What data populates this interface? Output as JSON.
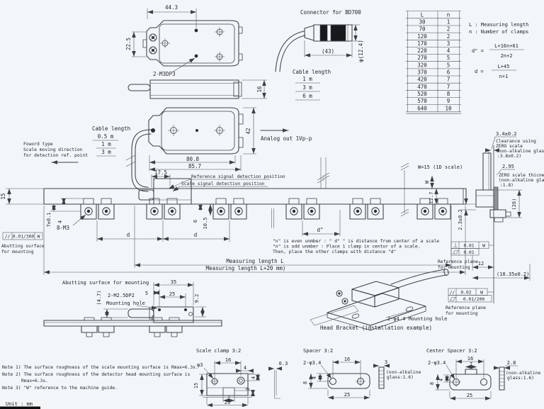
{
  "top_view": {
    "dim_width": "44.3",
    "dim_height": "22.5",
    "tap": "2-M3DP3",
    "side_height": "16"
  },
  "connector": {
    "title": "Connector for BD700",
    "len": "(43)",
    "dia": "φ(12.4)",
    "cable_title": "Cable length",
    "opts": [
      "1 m",
      "3 m",
      "6 m"
    ]
  },
  "table": {
    "cols": [
      "L",
      "n"
    ],
    "rows": [
      [
        "30",
        "1"
      ],
      [
        "70",
        "2"
      ],
      [
        "120",
        "2"
      ],
      [
        "170",
        "3"
      ],
      [
        "220",
        "4"
      ],
      [
        "270",
        "5"
      ],
      [
        "320",
        "5"
      ],
      [
        "370",
        "6"
      ],
      [
        "420",
        "7"
      ],
      [
        "470",
        "7"
      ],
      [
        "520",
        "8"
      ],
      [
        "570",
        "9"
      ],
      [
        "640",
        "10"
      ]
    ]
  },
  "legend": {
    "l": "L : Measu­ring length",
    "n": "n : Number of clamps",
    "f1_lhs": "d\" =",
    "f1_num": "L+16n+61",
    "f1_den": "2n+2",
    "f2_lhs": "d =",
    "f2_num": "L+45",
    "f2_den": "n+1"
  },
  "head_view": {
    "w1": "80.8",
    "w2": "85.7",
    "h": "42",
    "analog": "Analog out  1Vp-p",
    "cable_title": "Cable length",
    "opts": [
      "0.5 m",
      "1 m",
      "3 m"
    ]
  },
  "forward": {
    "l1": "Foword type",
    "l2": "Scale moving direction",
    "l3": "for detection ref. point"
  },
  "elevation": {
    "d15": "15",
    "d7": "7±0.1",
    "d4": "4",
    "d6": "6",
    "d105": "10.5",
    "d175": "17.5",
    "m3": "8-M3",
    "d_a": "d",
    "d_b": "d",
    "d_q": "d\"",
    "ref_sig": "Reference signal detection position",
    "scale_sig": "Scale signal detection position",
    "frame_sym": "//",
    "frame_val": "0.01/300",
    "frame_ref": "W",
    "abut1": "Abutting surface",
    "abut2": "for mounting",
    "w15": "W=15 (1D scale)",
    "w": "W",
    "d127": "12.7",
    "d23": "2.3±0.2",
    "note1": "\"n\" is even unmber : \" d\" \" is distance from center of a scale",
    "note2": "\"n\" is odd unmber : Place 1 clamp in centor of a scale.",
    "note3": "Then, place the other clamps with distance \"d\"",
    "len_l": "Measuring length L",
    "len_l20": "Measuring length L+20 mm)"
  },
  "section": {
    "d34": "3.4±0.2",
    "clr1": "Clearance using",
    "clr2": "ZERO scale",
    "clr3": "(non-alkaline glass",
    "clr4": ":3.8±0.2)",
    "d295": "2.95",
    "zt1": "ZERO scale thicness",
    "zt2": "(non-alkaline glass",
    "zt3": ":1.8)",
    "d26": "(26)",
    "symbols": {
      "parallel": "//",
      "perpendicular": "⊥",
      "flatness": "▱"
    },
    "fr_perp_val": "0.01",
    "fr_perp_ref": "W",
    "fr_flat_val": "0.01",
    "ref1a": "Reference plane",
    "ref1b": "for mounting",
    "d12": "12",
    "d1835": "(18.35±0.2)",
    "fr_par": "//",
    "fr_par_val": "0.02",
    "fr_par_ref": "W",
    "fr_flat2_val": "0.01/200",
    "ref2a": "Reference plane",
    "ref2b": "for mounting"
  },
  "side_view": {
    "abut": "Abutting surface for mounting",
    "d35": "35",
    "tap": "2-M2.5DP2",
    "hole": "Mounting hole",
    "d47": "(4.7)",
    "d5": "5",
    "d25": "25",
    "d92": "9.2"
  },
  "bracket": {
    "hole": "2-φ4.4 Mounting hole",
    "caption": "Head Bracket (installation example)"
  },
  "clamp_detail": {
    "title": "Scale clamp  3:2",
    "dia": "φ3",
    "d16": "16",
    "d03": "0.3",
    "d4a": "4",
    "d4b": "4",
    "d3": "3",
    "d15": "15",
    "d7": "7",
    "d25": "25"
  },
  "spacer": {
    "title": "Spacer  3:2",
    "dia": "2-φ3.4",
    "d16": "16",
    "d3": "3",
    "g1": "(non-alkaline",
    "g2": "glass:1.6)",
    "d4": "4",
    "d8": "8",
    "d25": "25"
  },
  "center_spacer": {
    "title": "Center Spacer  3:2",
    "dia": "2-φ3.4",
    "d16": "16",
    "d7": "7",
    "d28": "2.8",
    "g1": "(non-alkaline",
    "g2": "glass:1.6)",
    "d4": "4",
    "d8": "8",
    "d25": "25"
  },
  "notes": {
    "n1": "Note 1) The surface roughness of the scale mounting surface is Rmax=6.3s.",
    "n2a": "Note 2) The surface roughness of the detector head mounting surface is",
    "n2b": "Rmax=6.3s.",
    "n3": "Note 3) \"W\" reference to the machine guide.",
    "unit": "Unit : mm"
  }
}
